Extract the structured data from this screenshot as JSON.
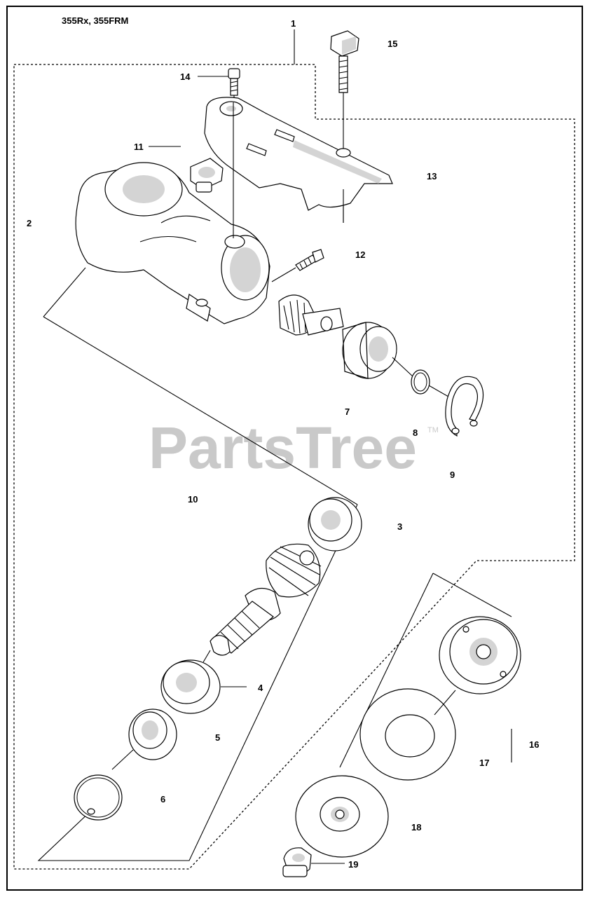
{
  "header": {
    "model": "355Rx, 355FRM"
  },
  "watermark": {
    "text": "PartsTree",
    "tm": "TM"
  },
  "callouts": [
    {
      "id": "1",
      "text": "1"
    },
    {
      "id": "2",
      "text": "2"
    },
    {
      "id": "3",
      "text": "3"
    },
    {
      "id": "4",
      "text": "4"
    },
    {
      "id": "5",
      "text": "5"
    },
    {
      "id": "6",
      "text": "6"
    },
    {
      "id": "7",
      "text": "7"
    },
    {
      "id": "8",
      "text": "8"
    },
    {
      "id": "9",
      "text": "9"
    },
    {
      "id": "10",
      "text": "10"
    },
    {
      "id": "11",
      "text": "11"
    },
    {
      "id": "12",
      "text": "12"
    },
    {
      "id": "13",
      "text": "13"
    },
    {
      "id": "14",
      "text": "14"
    },
    {
      "id": "15",
      "text": "15"
    },
    {
      "id": "16",
      "text": "16"
    },
    {
      "id": "17",
      "text": "17"
    },
    {
      "id": "18",
      "text": "18"
    },
    {
      "id": "19",
      "text": "19"
    }
  ]
}
